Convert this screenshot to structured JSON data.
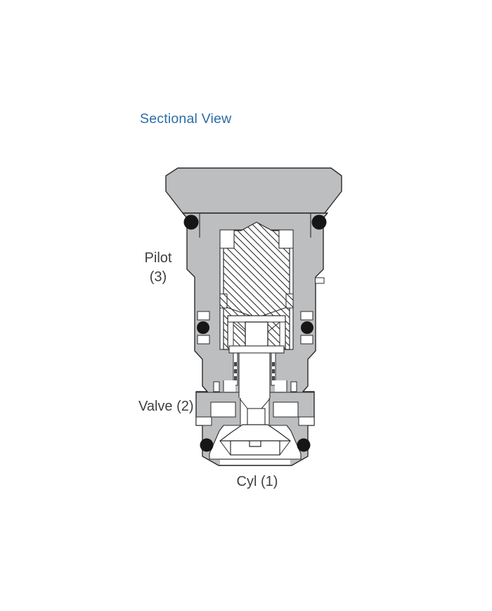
{
  "page": {
    "background": "#ffffff"
  },
  "title": {
    "label": "Sectional View",
    "color": "#2c6da4"
  },
  "diagram": {
    "type": "valve-cross-section",
    "port_labels": {
      "pilot_name": "Pilot",
      "pilot_number": "(3)",
      "valve": "Valve (2)",
      "cyl": "Cyl (1)"
    },
    "colors": {
      "body_fill": "#bcbec0",
      "outline": "#2b2b2b",
      "oring": "#161616",
      "label_text": "#3f3f42",
      "title_blue": "#2c6da4"
    }
  }
}
